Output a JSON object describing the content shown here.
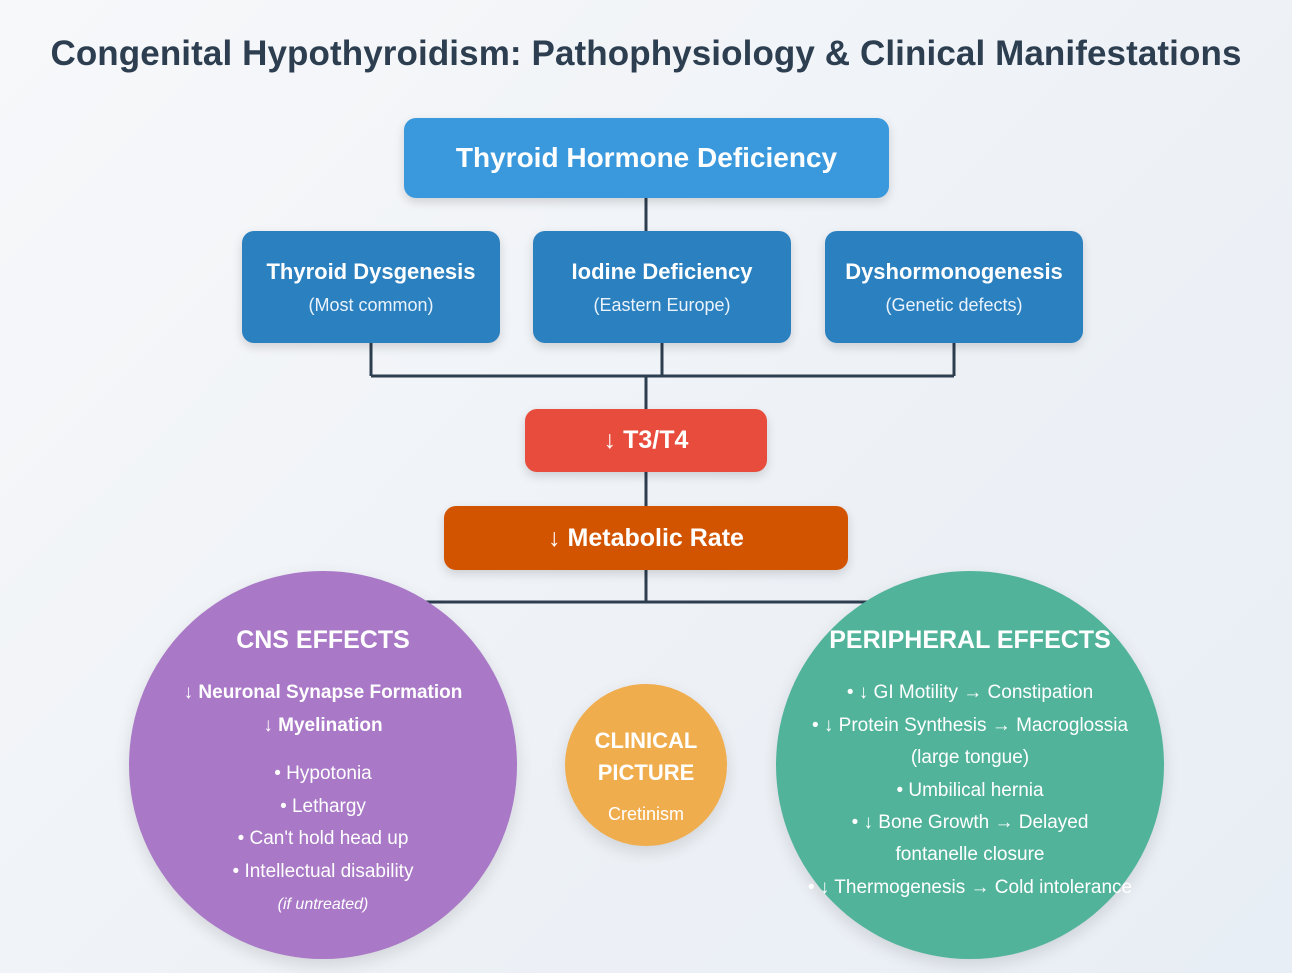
{
  "title": "Congenital Hypothyroidism: Pathophysiology & Clinical Manifestations",
  "root": "Thyroid Hormone Deficiency",
  "causes": [
    {
      "name": "Thyroid Dysgenesis",
      "note": "(Most common)"
    },
    {
      "name": "Iodine Deficiency",
      "note": "(Eastern Europe)"
    },
    {
      "name": "Dyshormonogenesis",
      "note": "(Genetic defects)"
    }
  ],
  "t3t4": "↓ T3/T4",
  "metabolic": "↓ Metabolic Rate",
  "cns": {
    "heading": "CNS EFFECTS",
    "bold_lines": [
      "↓ Neuronal Synapse Formation",
      "↓ Myelination"
    ],
    "bullets": [
      "• Hypotonia",
      "• Lethargy",
      "• Can't hold head up",
      "• Intellectual disability"
    ],
    "note": "(if untreated)"
  },
  "clinical": {
    "heading_line1": "CLINICAL",
    "heading_line2": "PICTURE",
    "sub": "Cretinism"
  },
  "peripheral": {
    "heading": "PERIPHERAL EFFECTS",
    "lines": [
      "• ↓ GI Motility → Constipation",
      "• ↓ Protein Synthesis → Macroglossia",
      "(large tongue)",
      "• Umbilical hernia",
      "• ↓ Bone Growth → Delayed",
      "fontanelle closure",
      "• ↓ Thermogenesis → Cold intolerance"
    ]
  },
  "colors": {
    "title": "#2c3e50",
    "root": "#3a98dc",
    "cause": "#2b80c0",
    "t3t4": "#e74c3c",
    "metabolic": "#d35400",
    "cns": "#a978c6",
    "peripheral": "#52b39b",
    "clinical": "#f0ad4e",
    "connector": "#2c3e50"
  }
}
